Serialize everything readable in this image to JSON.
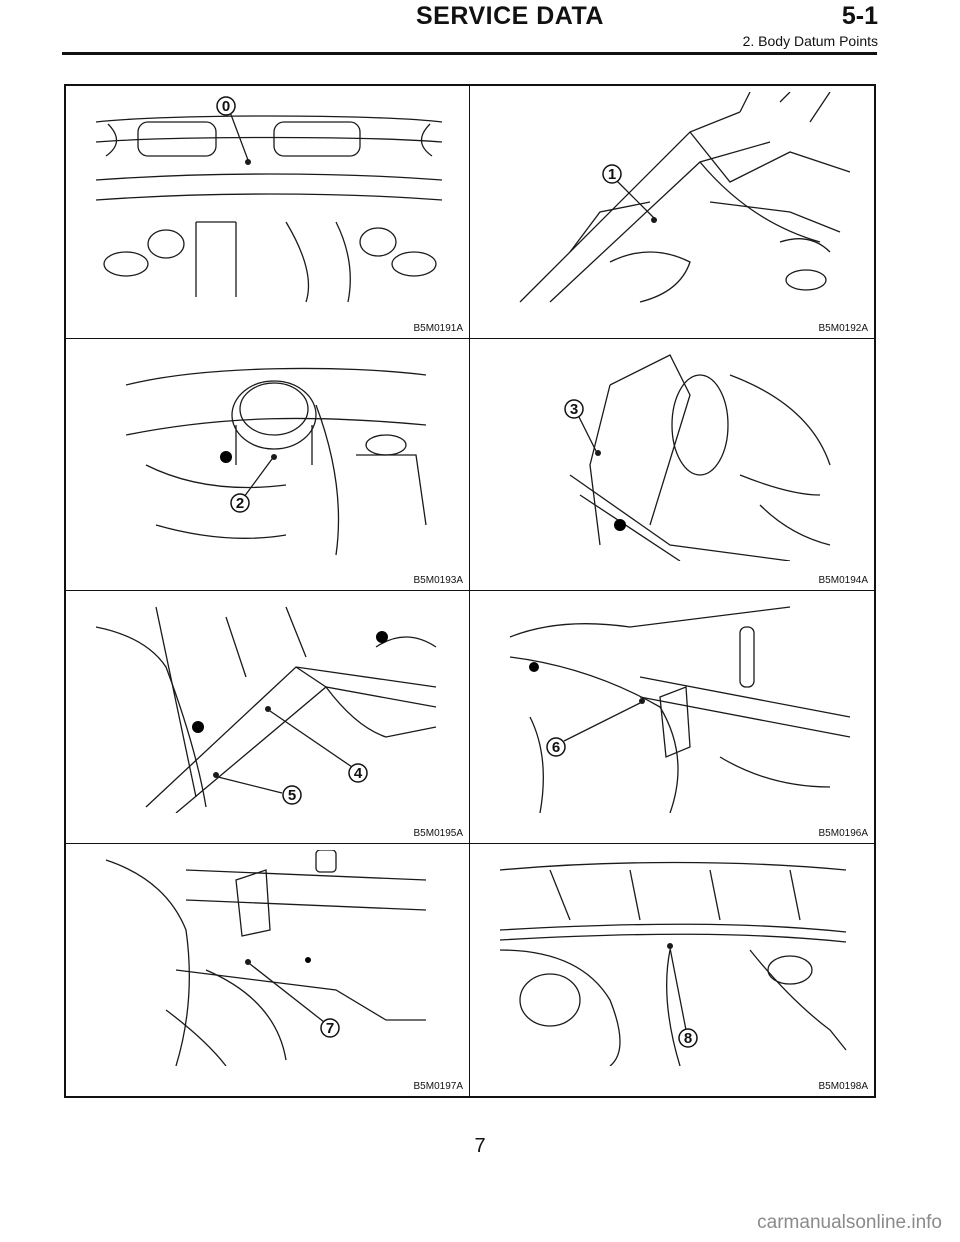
{
  "header": {
    "title": "SERVICE DATA",
    "section": "5-1",
    "subtitle": "2. Body Datum Points"
  },
  "figures": [
    {
      "code": "B5M0191A",
      "callouts": [
        "0"
      ]
    },
    {
      "code": "B5M0192A",
      "callouts": [
        "1"
      ]
    },
    {
      "code": "B5M0193A",
      "callouts": [
        "2"
      ]
    },
    {
      "code": "B5M0194A",
      "callouts": [
        "3"
      ]
    },
    {
      "code": "B5M0195A",
      "callouts": [
        "4",
        "5"
      ]
    },
    {
      "code": "B5M0196A",
      "callouts": [
        "6"
      ]
    },
    {
      "code": "B5M0197A",
      "callouts": [
        "7"
      ]
    },
    {
      "code": "B5M0198A",
      "callouts": [
        "8"
      ]
    }
  ],
  "page_number": "7",
  "watermark": "carmanualsonline.info"
}
